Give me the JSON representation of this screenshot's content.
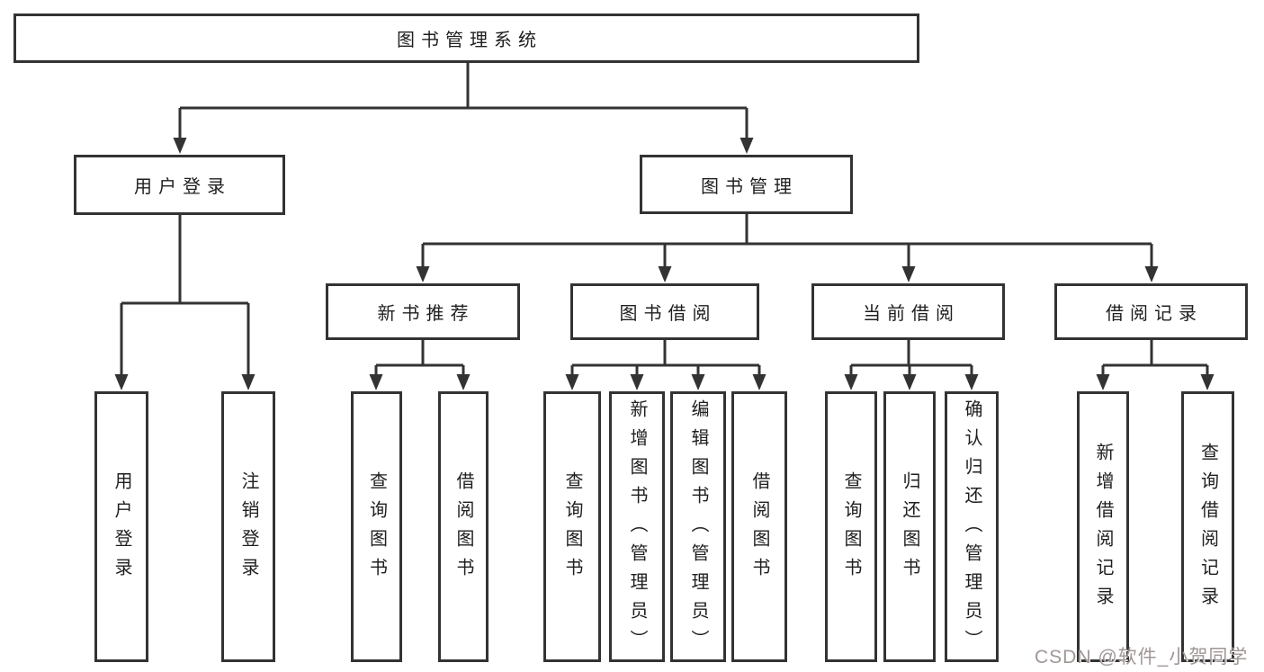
{
  "tree": {
    "root": {
      "label": "图书管理系统",
      "children": [
        {
          "label": "用户登录",
          "children": [
            {
              "label": "用户登录"
            },
            {
              "label": "注销登录"
            }
          ]
        },
        {
          "label": "图书管理",
          "children": [
            {
              "label": "新书推荐",
              "children": [
                {
                  "label": "查询图书"
                },
                {
                  "label": "借阅图书"
                }
              ]
            },
            {
              "label": "图书借阅",
              "children": [
                {
                  "label": "查询图书"
                },
                {
                  "label": "新增图书（管理员）"
                },
                {
                  "label": "编辑图书（管理员）"
                },
                {
                  "label": "借阅图书"
                }
              ]
            },
            {
              "label": "当前借阅",
              "children": [
                {
                  "label": "查询图书"
                },
                {
                  "label": "归还图书"
                },
                {
                  "label": "确认归还（管理员）"
                }
              ]
            },
            {
              "label": "借阅记录",
              "children": [
                {
                  "label": "新增借阅记录"
                },
                {
                  "label": "查询借阅记录"
                }
              ]
            }
          ]
        }
      ]
    }
  },
  "watermark": {
    "text": "CSDN @软件_小贺同学"
  },
  "colors": {
    "line": "#333333",
    "box_border": "#333333",
    "box_background": "#ffffff",
    "text": "#1f1f1f",
    "watermark": "#a09696"
  }
}
